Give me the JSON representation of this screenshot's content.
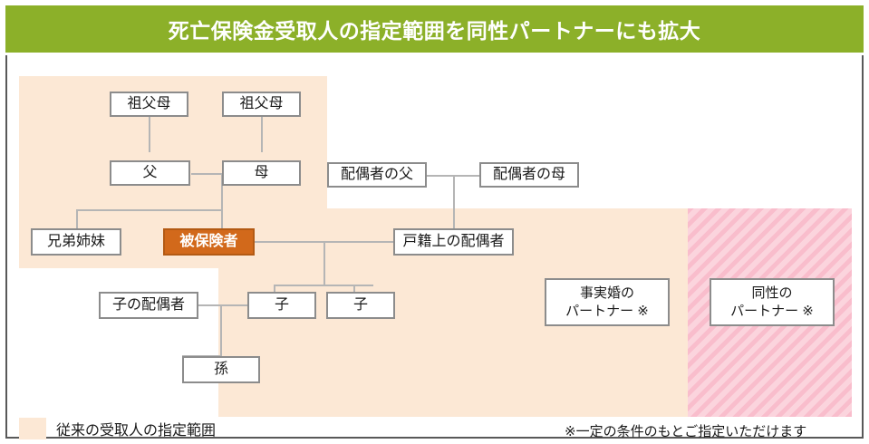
{
  "title": "死亡保険金受取人の指定範囲を同性パートナーにも拡大",
  "colors": {
    "title_bar": "#8cb029",
    "traditional_region": "#fce8d5",
    "samesex_region_stripe": "#f9bdcc",
    "insured_box": "#d2691b",
    "box_border": "#8c8c8c",
    "connector_line": "#b5b5b5",
    "frame_border": "#595959"
  },
  "nodes": {
    "grandparents_paternal": "祖父母",
    "grandparents_maternal": "祖父母",
    "father": "父",
    "mother": "母",
    "spouse_father": "配偶者の父",
    "spouse_mother": "配偶者の母",
    "siblings": "兄弟姉妹",
    "insured": "被保険者",
    "legal_spouse": "戸籍上の配偶者",
    "child_spouse": "子の配偶者",
    "child_1": "子",
    "child_2": "子",
    "grandchild": "孫",
    "common_law_partner_line1": "事実婚の",
    "common_law_partner_line2": "パートナー ※",
    "samesex_partner_line1": "同性の",
    "samesex_partner_line2": "パートナー ※"
  },
  "legend": {
    "label": "従来の受取人の指定範囲"
  },
  "footnote": "※一定の条件のもとご指定いただけます"
}
